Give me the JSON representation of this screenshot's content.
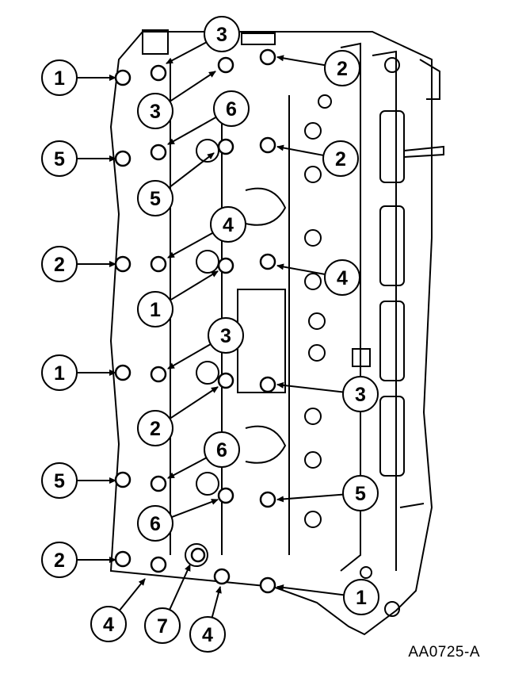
{
  "figure_id": "AA0725-A",
  "callouts": [
    {
      "label": "1"
    },
    {
      "label": "3"
    },
    {
      "label": "3"
    },
    {
      "label": "2"
    },
    {
      "label": "6"
    },
    {
      "label": "5"
    },
    {
      "label": "5"
    },
    {
      "label": "2"
    },
    {
      "label": "4"
    },
    {
      "label": "2"
    },
    {
      "label": "4"
    },
    {
      "label": "1"
    },
    {
      "label": "3"
    },
    {
      "label": "1"
    },
    {
      "label": "3"
    },
    {
      "label": "2"
    },
    {
      "label": "6"
    },
    {
      "label": "5"
    },
    {
      "label": "5"
    },
    {
      "label": "6"
    },
    {
      "label": "2"
    },
    {
      "label": "1"
    },
    {
      "label": "4"
    },
    {
      "label": "7"
    },
    {
      "label": "4"
    }
  ]
}
